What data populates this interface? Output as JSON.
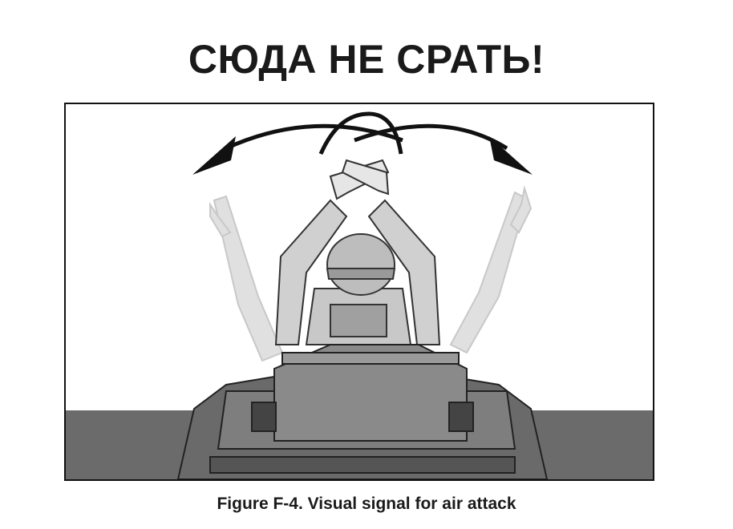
{
  "meme": {
    "top_text": "СЮДА НЕ СРАТЬ!"
  },
  "figure": {
    "caption": "Figure F-4. Visual signal for air attack",
    "illustration_icon": "soldier-crossed-arms-on-vehicle-turret"
  },
  "colors": {
    "text": "#1a1a1a",
    "ghost_arms": "#dcdcdc",
    "arms": "#cfcfcf",
    "vehicle_dark": "#5a5a5a",
    "vehicle_mid": "#7a7a7a",
    "ground": "#6b6b6b"
  }
}
